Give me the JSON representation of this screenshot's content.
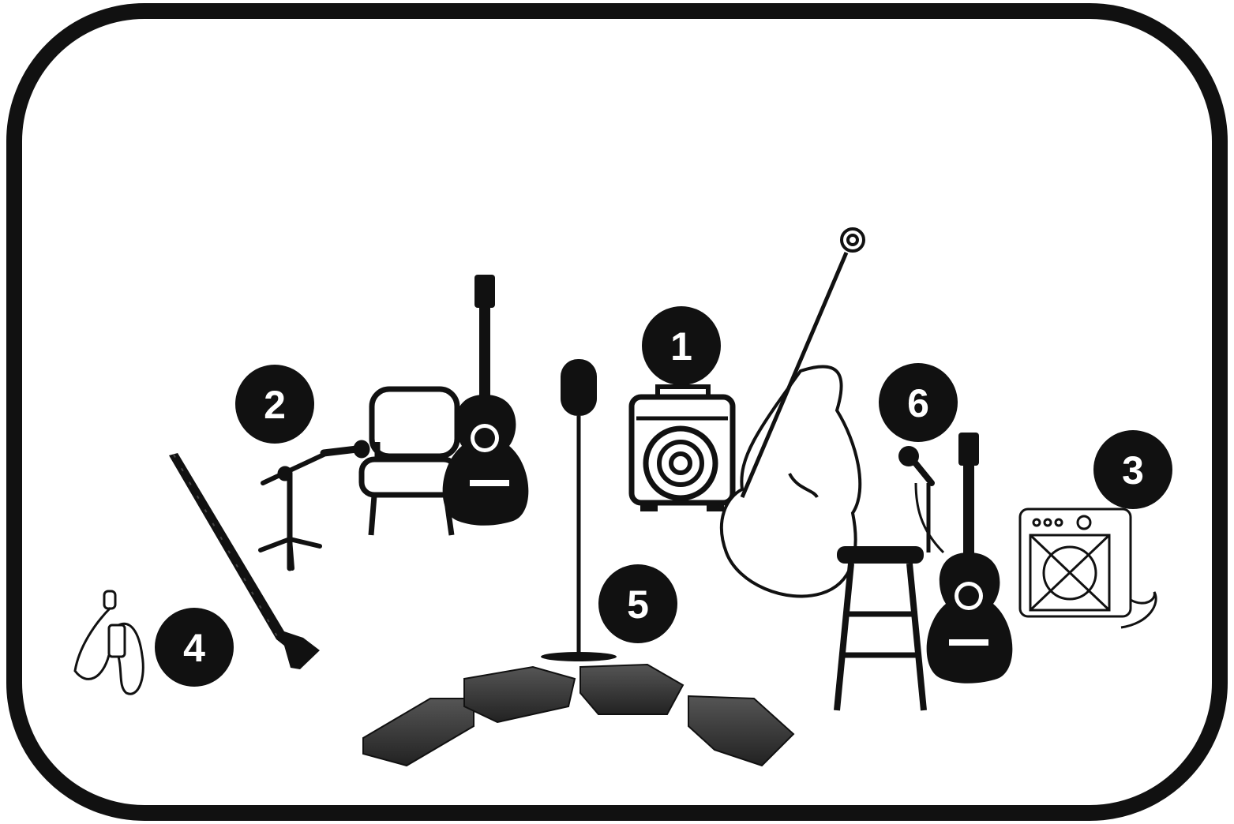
{
  "stage_plot": {
    "markers": [
      {
        "label": "1",
        "item": "amplifier"
      },
      {
        "label": "2",
        "item": "boom-mic-stand"
      },
      {
        "label": "3",
        "item": "guitar-amp"
      },
      {
        "label": "4",
        "item": "lavalier-mic"
      },
      {
        "label": "5",
        "item": "vintage-mic-stand"
      },
      {
        "label": "6",
        "item": "handheld-mic"
      }
    ]
  },
  "colors": {
    "ink": "#111111",
    "monitor": "#3a3a3a",
    "background": "#ffffff"
  }
}
